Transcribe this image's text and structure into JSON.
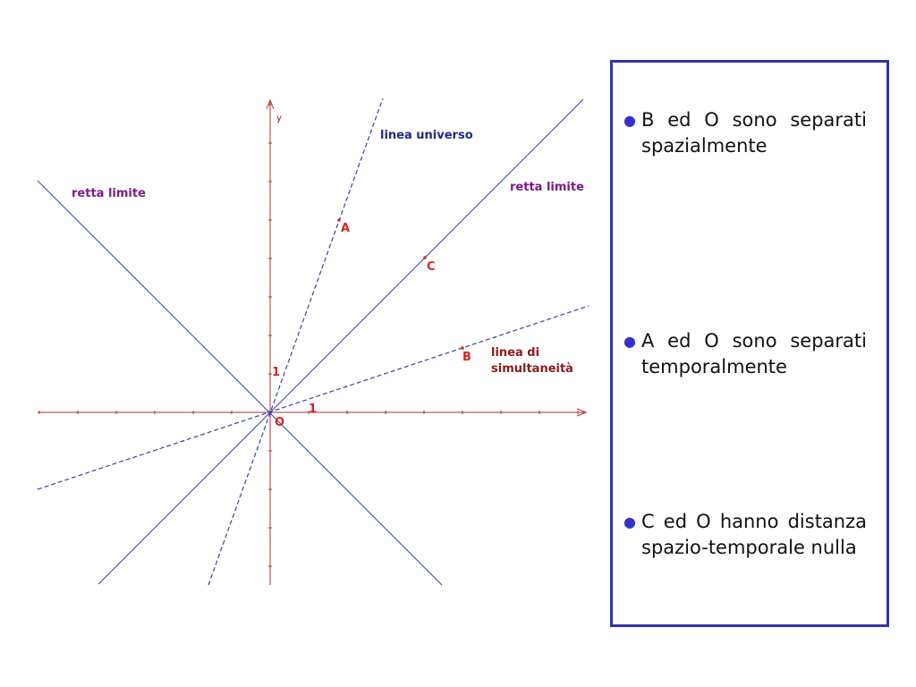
{
  "diagram": {
    "labels": {
      "retta_limite_left": "retta limite",
      "retta_limite_right": "retta limite",
      "linea_universo": "linea universo",
      "linea_simultaneita_1": "linea di",
      "linea_simultaneita_2": "simultaneità",
      "point_a": "A",
      "point_b": "B",
      "point_c": "C",
      "origin": "O",
      "x_one": "1",
      "y_one": "1",
      "y_axis": "y"
    },
    "colors": {
      "lines": "#3344aa",
      "axes": "#b03030",
      "purple_label": "#7a1a8a",
      "blue_label": "#1a2a8a",
      "dark_red_label": "#8b1a1a",
      "points": "#e02020"
    }
  },
  "panel": {
    "bullets": [
      {
        "text": "B ed O sono separati spazialmente"
      },
      {
        "text": "A ed O sono separati temporalmente"
      },
      {
        "text": "C ed O hanno distanza spazio-temporale nulla"
      }
    ]
  }
}
